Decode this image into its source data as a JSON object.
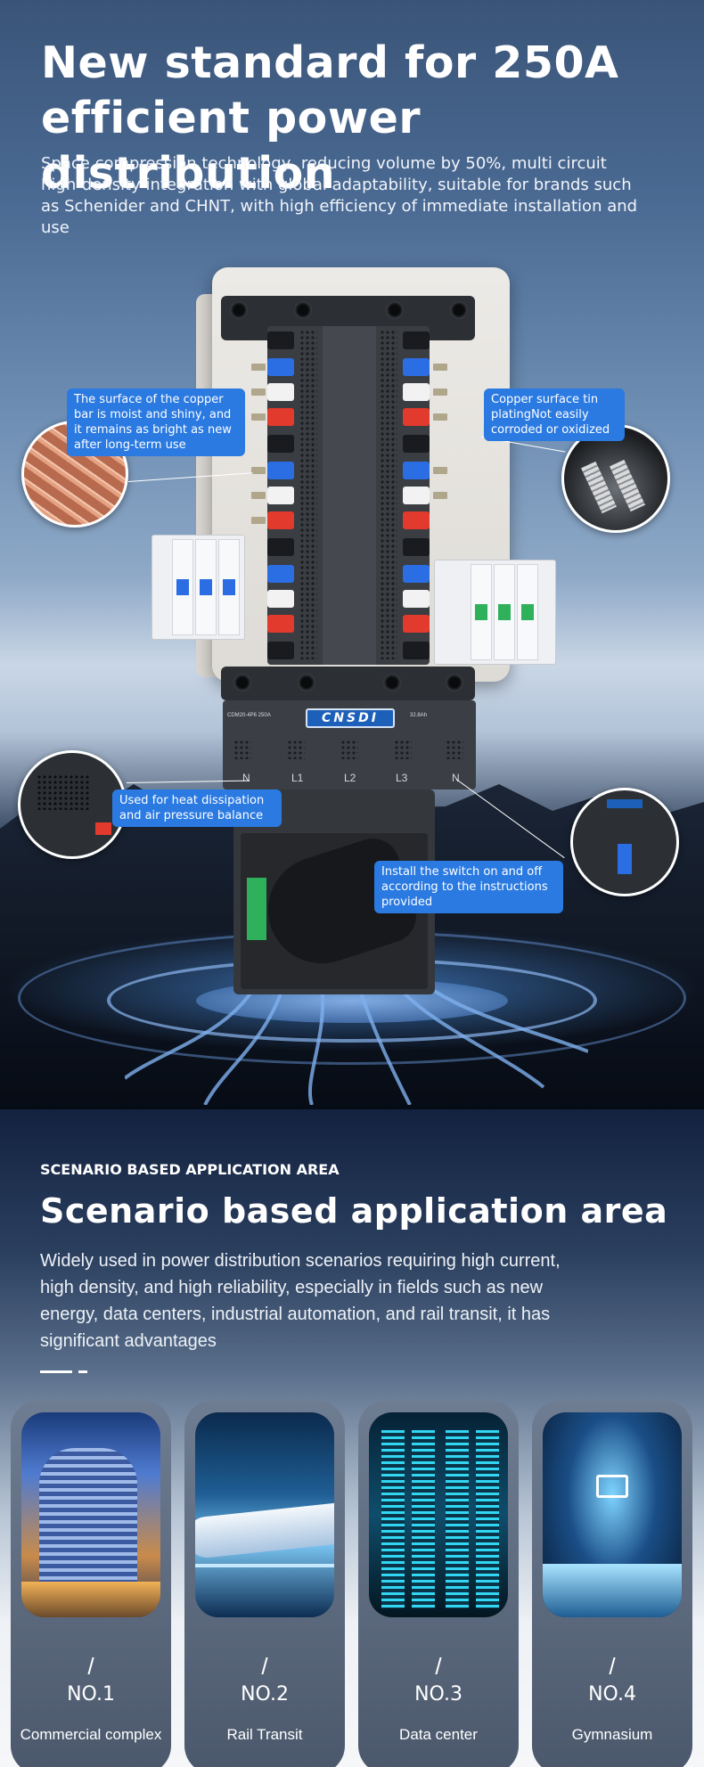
{
  "hero": {
    "title": "New standard for 250A efficient power distribution",
    "subtitle": "Space compression technology, reducing volume by 50%, multi circuit high-density integration with global adaptability, suitable for brands such as Schenider and CHNT, with high efficiency of immediate installation and use"
  },
  "product": {
    "brand": "CNSDI",
    "phase_labels": [
      "N",
      "L1",
      "L2",
      "L3",
      "N"
    ],
    "spec_left": "CDM20-4P6 250A",
    "spec_right": "32.8Ah"
  },
  "callouts": {
    "copper_bar": "The surface of the copper bar is moist and shiny, and it remains as bright as new after long-term use",
    "tin_plating": "Copper surface tin platingNot easily corroded or oxidized",
    "heat": "Used for heat dissipation and air pressure balance",
    "switch": "Install the switch on and off according to the instructions provided"
  },
  "scenario": {
    "tag": "SCENARIO BASED APPLICATION AREA",
    "title": "Scenario based application area",
    "description": "Widely used in power distribution scenarios requiring high current, high density, and high reliability, especially in fields such as new energy, data centers, industrial automation, and rail transit, it has significant advantages",
    "cards": [
      {
        "slash": "/",
        "number": "NO.1",
        "name": "Commercial complex"
      },
      {
        "slash": "/",
        "number": "NO.2",
        "name": "Rail Transit"
      },
      {
        "slash": "/",
        "number": "NO.3",
        "name": "Data center"
      },
      {
        "slash": "/",
        "number": "NO.4",
        "name": "Gymnasium"
      }
    ]
  },
  "colors": {
    "accent_blue": "#2a7ae2",
    "slot_red": "#e23a2c",
    "slot_blue": "#2b6de2",
    "switch_green": "#2fb05a"
  }
}
